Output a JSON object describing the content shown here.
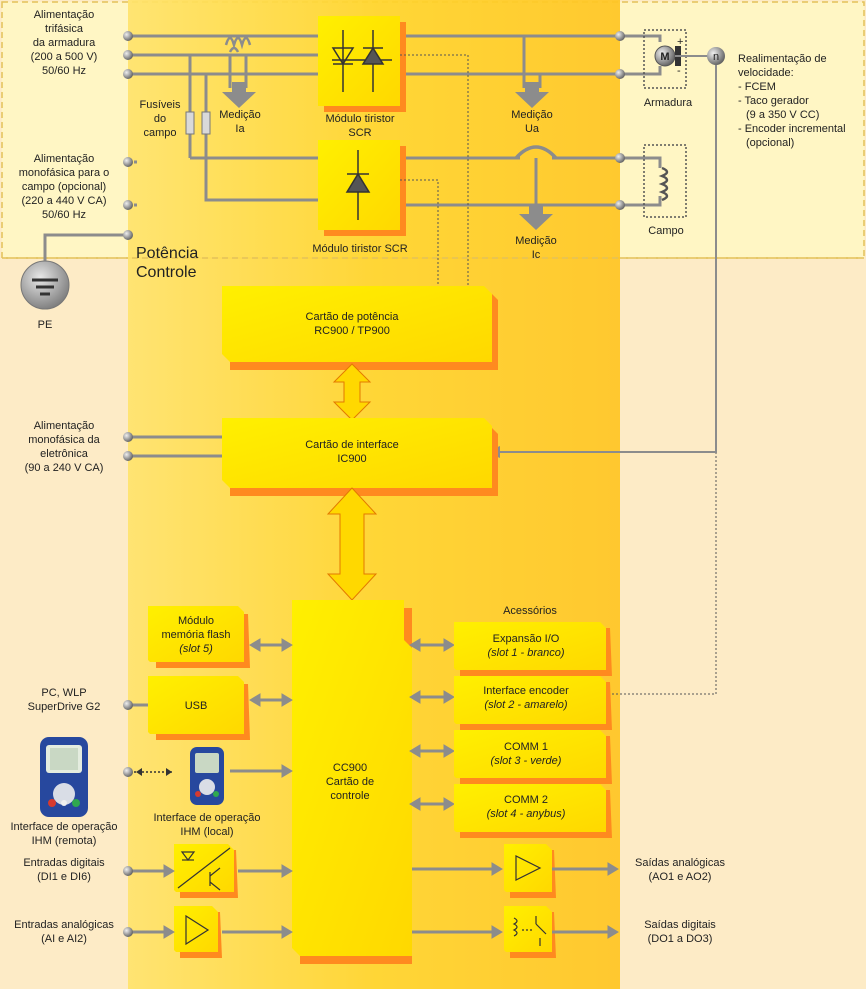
{
  "power_section": {
    "armature_supply": [
      "Alimentação",
      "trifásica",
      "da armadura",
      "(200 a 500 V)",
      "50/60 Hz"
    ],
    "field_fuses": [
      "Fusíveis",
      "do",
      "campo"
    ],
    "ia_measure": [
      "Medição",
      "Ia"
    ],
    "scr_armature": [
      "Módulo tiristor",
      "SCR"
    ],
    "ua_measure": [
      "Medição",
      "Ua"
    ],
    "motor_symbol": "M",
    "plus_sign": "+",
    "minus_sign": "-",
    "armature_label": "Armadura",
    "speed_symbol": "n",
    "speed_feedback": [
      "Realimentação de",
      "velocidade:",
      "- FCEM",
      "- Taco gerador",
      "(9 a 350 V CC)",
      "- Encoder incremental",
      "(opcional)"
    ],
    "field_supply": [
      "Alimentação",
      "monofásica para o",
      "campo (opcional)",
      "(220 a 440 V CA)",
      "50/60 Hz"
    ],
    "scr_field": "Módulo tiristor SCR",
    "ic_measure": [
      "Medição",
      "Ic"
    ],
    "field_label": "Campo",
    "pe_label": "PE",
    "power_title": "Potência",
    "control_title": "Controle"
  },
  "control_section": {
    "power_card": [
      "Cartão de potência",
      "RC900 / TP900"
    ],
    "electronics_supply": [
      "Alimentação",
      "monofásica da",
      "eletrônica",
      "(90 a 240 V CA)"
    ],
    "interface_card": [
      "Cartão de interface",
      "IC900"
    ],
    "flash_module": [
      "Módulo",
      "memória flash",
      "(slot 5)"
    ],
    "usb_source": [
      "PC, WLP",
      "SuperDrive G2"
    ],
    "usb_label": "USB",
    "hmi_remote": [
      "Interface de operação",
      "IHM (remota)"
    ],
    "hmi_local": [
      "Interface de operação",
      "IHM (local)"
    ],
    "control_card": [
      "CC900",
      "Cartão de",
      "controle"
    ],
    "accessories_title": "Acessórios",
    "accessories": [
      {
        "name": "Expansão I/O",
        "slot": "(slot 1 - branco)"
      },
      {
        "name": "Interface encoder",
        "slot": "(slot 2 - amarelo)"
      },
      {
        "name": "COMM 1",
        "slot": "(slot 3 - verde)"
      },
      {
        "name": "COMM 2",
        "slot": "(slot 4 - anybus)"
      }
    ],
    "digital_inputs": [
      "Entradas digitais",
      "(DI1 e DI6)"
    ],
    "analog_inputs": [
      "Entradas analógicas",
      "(AI e AI2)"
    ],
    "analog_outputs": [
      "Saídas analógicas",
      "(AO1 e AO2)"
    ],
    "digital_outputs": [
      "Saídas digitais",
      "(DO1 a DO3)"
    ]
  },
  "colors": {
    "page_bg": "#fdebc6",
    "power_bg": "#fff7c8",
    "center_band": "#ffd63a",
    "block_fill": "#ffe800",
    "block_shadow": "#ff8a1f",
    "wire": "#8c8c8c",
    "hmi_blue": "#27489e"
  }
}
